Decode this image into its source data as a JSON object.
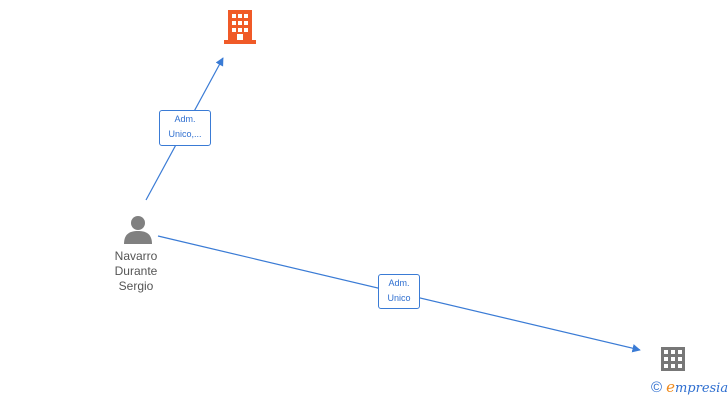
{
  "nodes": {
    "person": {
      "name_lines": [
        "Navarro",
        "Durante",
        "Sergio"
      ],
      "icon": "person-icon",
      "color": "#808080"
    },
    "company_top": {
      "icon": "building-icon",
      "color": "#f05a28"
    },
    "company_bottom": {
      "icon": "building-icon",
      "color": "#777777"
    }
  },
  "edges": [
    {
      "from": "person",
      "to": "company_top",
      "label_lines": [
        "Adm.",
        "Unico,..."
      ]
    },
    {
      "from": "person",
      "to": "company_bottom",
      "label_lines": [
        "Adm.",
        "Unico"
      ]
    }
  ],
  "watermark": {
    "symbol": "©",
    "brand_first": "e",
    "brand_rest": "mpresia"
  },
  "colors": {
    "edge": "#3a7bd5",
    "label_text": "#2f6fd0"
  }
}
